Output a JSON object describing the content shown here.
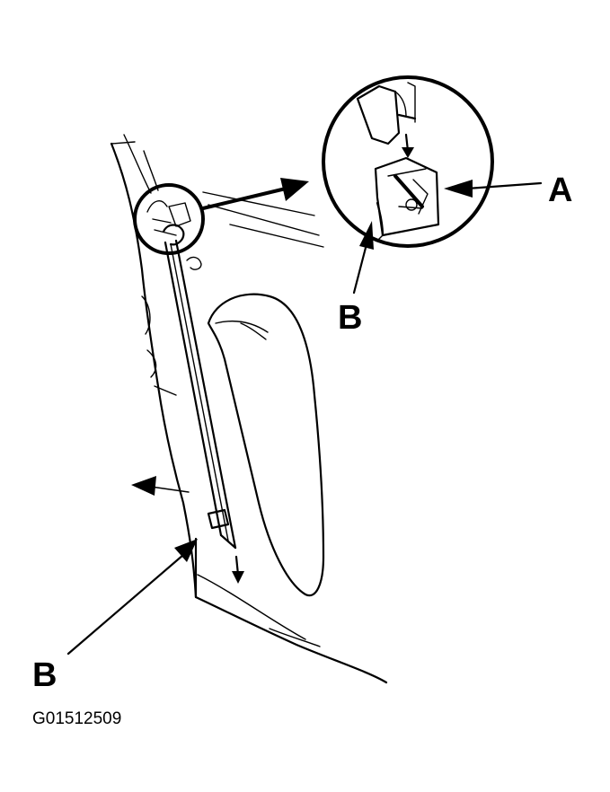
{
  "labels": {
    "callout_a": "A",
    "callout_b_detail": "B",
    "callout_b_main": "B",
    "figure_code": "G01512509"
  }
}
